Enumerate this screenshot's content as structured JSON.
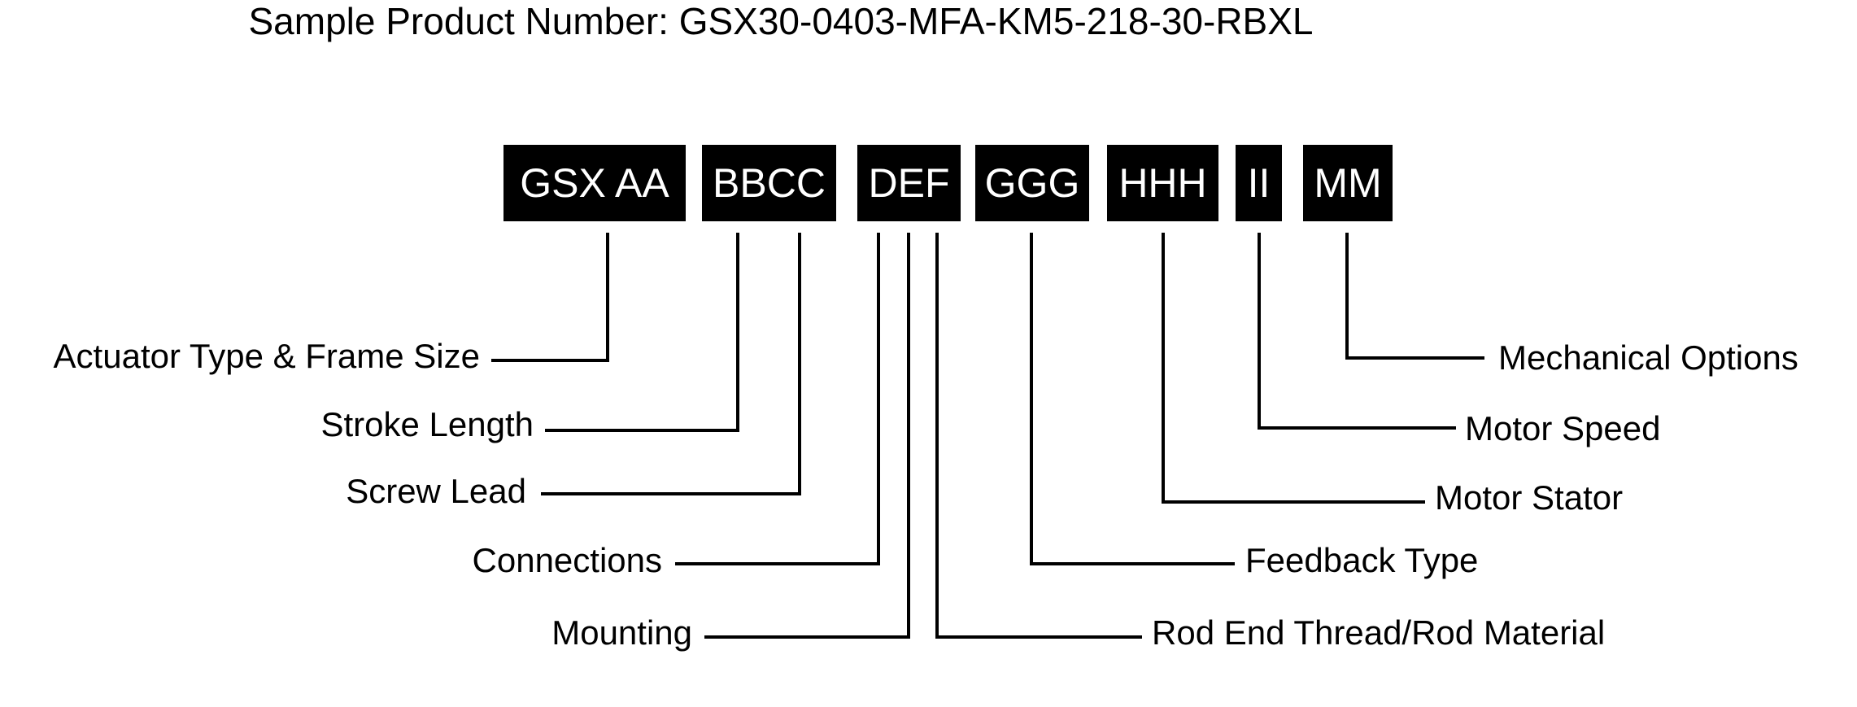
{
  "title": "Sample Product Number: GSX30-0403-MFA-KM5-218-30-RBXL",
  "code_segments": [
    {
      "id": "seg-gsxaa",
      "text": "GSX AA"
    },
    {
      "id": "seg-bbcc",
      "text": "BBCC"
    },
    {
      "id": "seg-def",
      "text": "DEF"
    },
    {
      "id": "seg-ggg",
      "text": "GGG"
    },
    {
      "id": "seg-hhh",
      "text": "HHH"
    },
    {
      "id": "seg-ii",
      "text": "II"
    },
    {
      "id": "seg-mm",
      "text": "MM"
    }
  ],
  "left_labels": [
    {
      "id": "actuator-type-frame-size",
      "text": "Actuator Type & Frame Size"
    },
    {
      "id": "stroke-length",
      "text": "Stroke Length"
    },
    {
      "id": "screw-lead",
      "text": "Screw Lead"
    },
    {
      "id": "connections",
      "text": "Connections"
    },
    {
      "id": "mounting",
      "text": "Mounting"
    }
  ],
  "right_labels": [
    {
      "id": "mechanical-options",
      "text": "Mechanical Options"
    },
    {
      "id": "motor-speed",
      "text": "Motor Speed"
    },
    {
      "id": "motor-stator",
      "text": "Motor Stator"
    },
    {
      "id": "feedback-type",
      "text": "Feedback Type"
    },
    {
      "id": "rod-end-thread-rod-material",
      "text": "Rod End Thread/Rod Material"
    }
  ]
}
